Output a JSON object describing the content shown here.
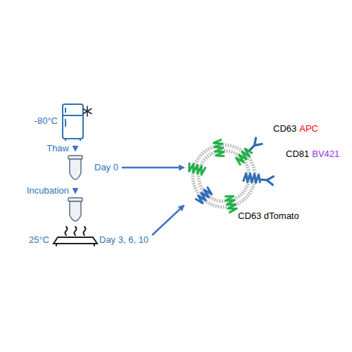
{
  "diagram": {
    "nodes": [
      {
        "text": [
          "-80°C"
        ]
      },
      {
        "text": [
          "Day 0"
        ]
      },
      {
        "text": [
          "25°C",
          "Day 3, 6, 10"
        ]
      },
      {
        "text": [
          "CD63",
          "APC",
          "CD81",
          "BV421",
          "CD63 dTomato"
        ]
      }
    ],
    "edges": [
      {
        "from": 0,
        "to": 1,
        "arrow": "to",
        "label": "Thaw"
      },
      {
        "from": 1,
        "to": 2,
        "arrow": "to",
        "label": "Incubation"
      },
      {
        "from": 1,
        "to": 3,
        "arrow": "to"
      },
      {
        "from": 2,
        "to": 3,
        "arrow": "to"
      }
    ]
  }
}
